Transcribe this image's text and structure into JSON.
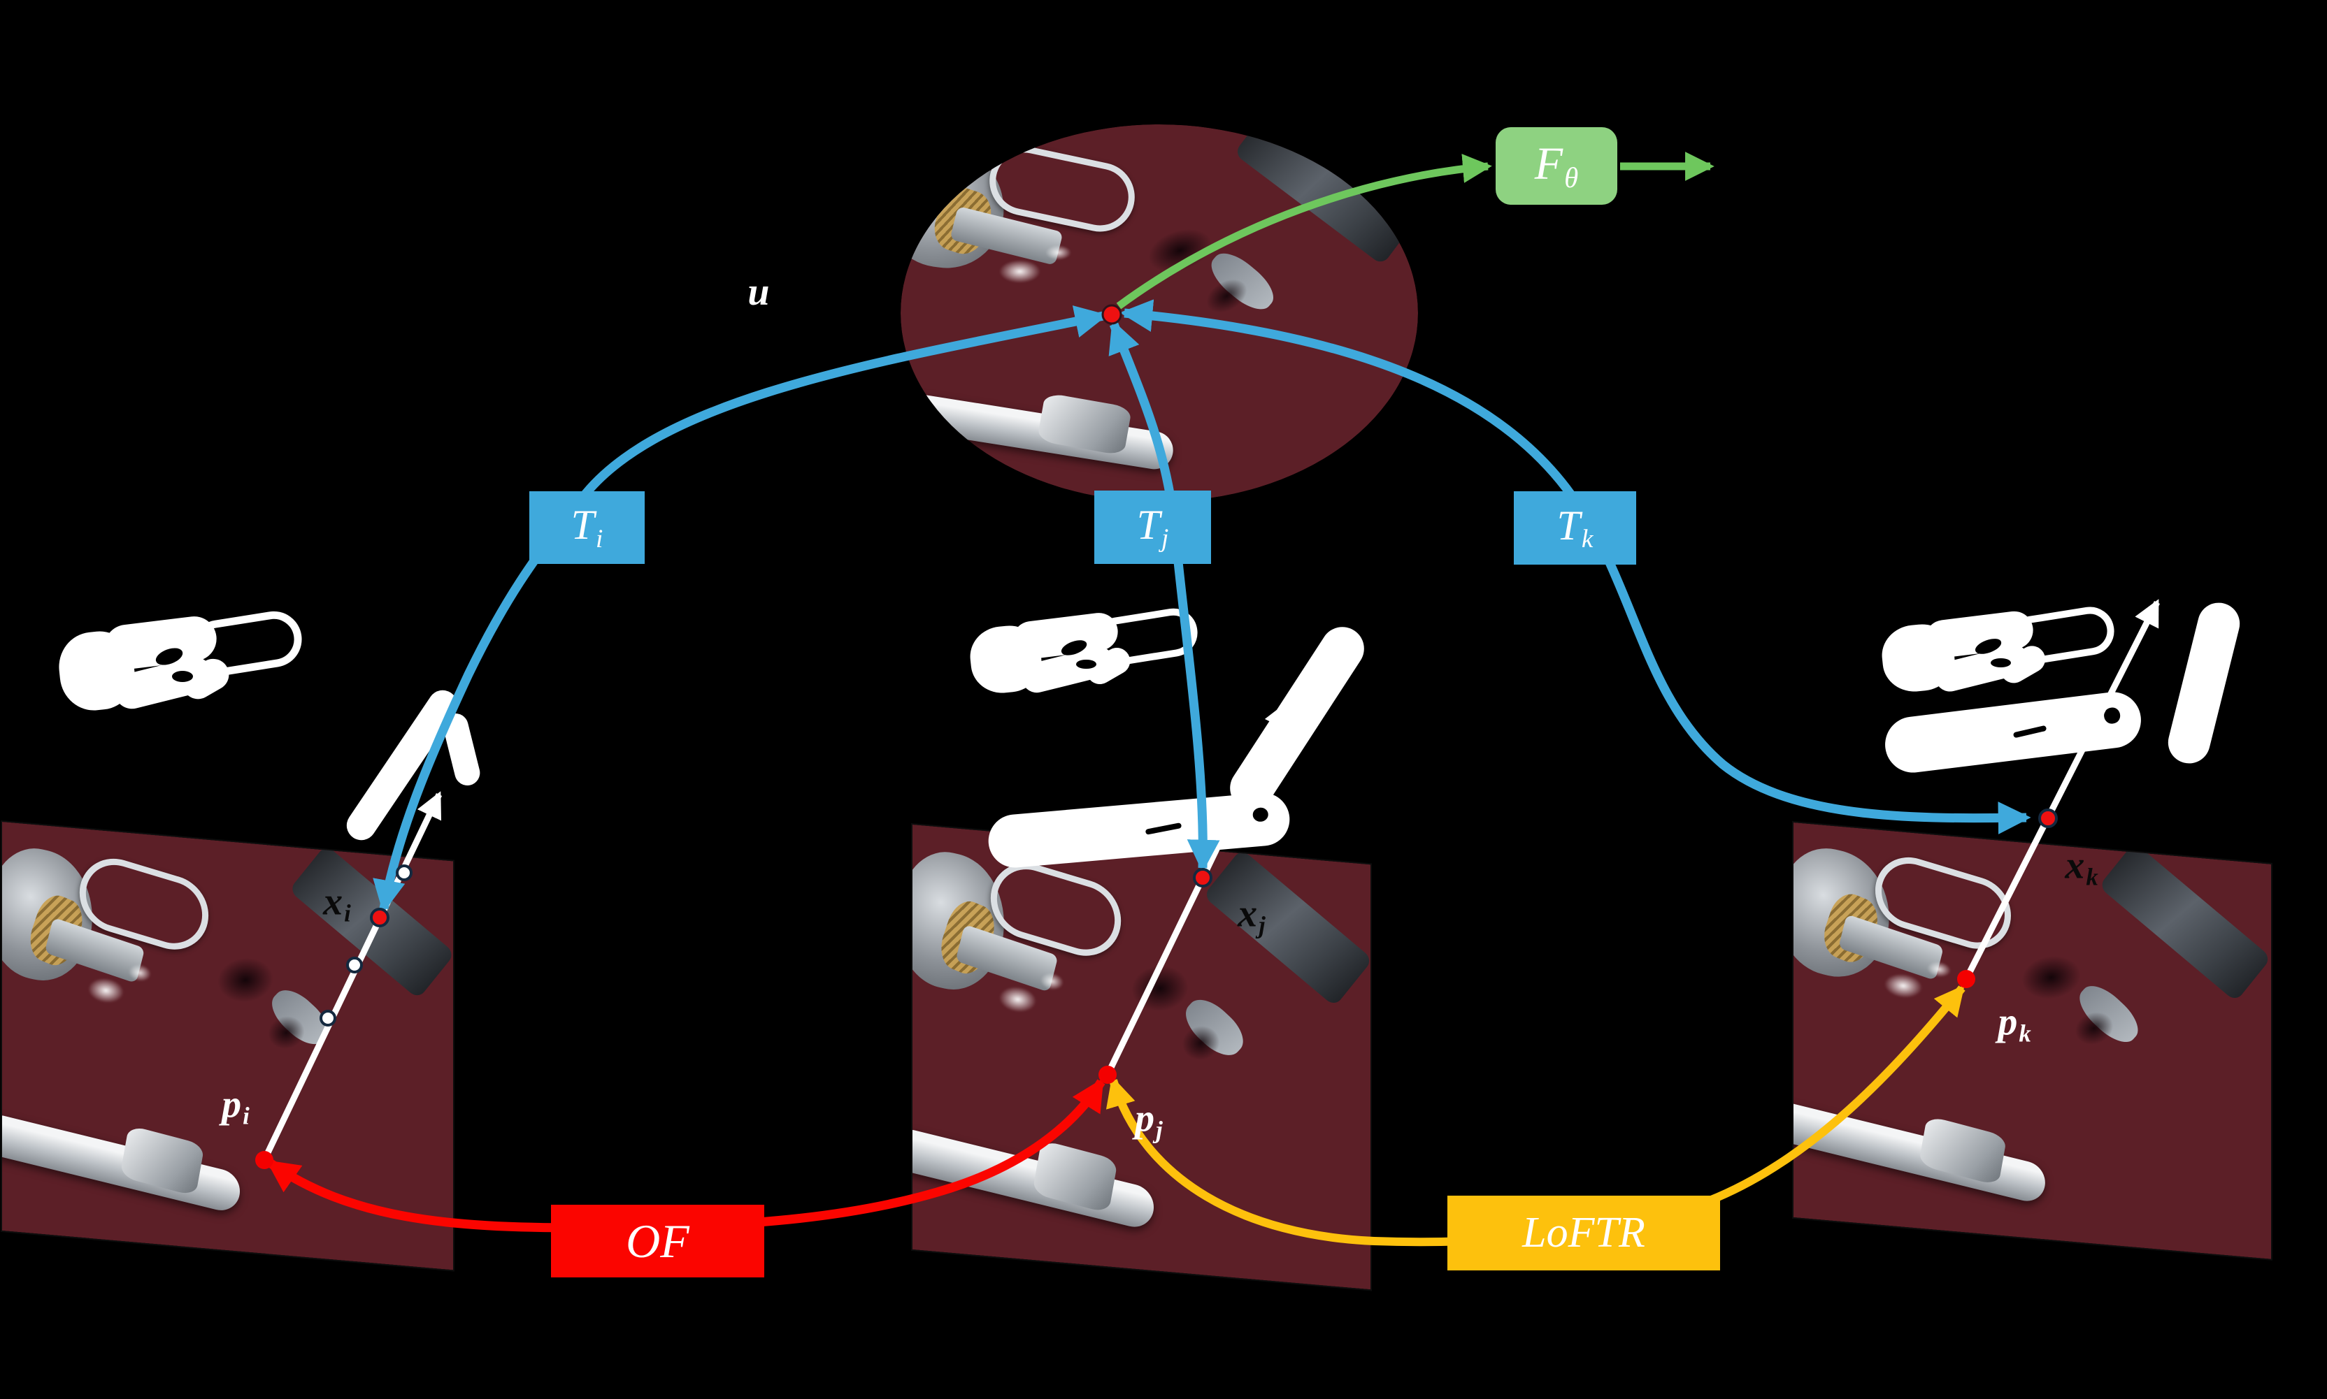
{
  "figure": {
    "type": "method-diagram",
    "description": "Canonical surgical image linked to three video frames by transformations; tool-axis points matched across frames"
  },
  "colors": {
    "background": "#000000",
    "blue": "#3FA9DC",
    "green_box": "#8ED281",
    "green_arrow": "#6EC75D",
    "red": "#FB0500",
    "orange": "#FDC10D",
    "white": "#FFFFFF",
    "dot_red": "#EE1111",
    "dot_outline": "#14293F"
  },
  "canonical_image": {
    "point_label": "u"
  },
  "boxes": {
    "f_theta": {
      "base": "F",
      "sub": "θ"
    },
    "t_i": {
      "base": "T",
      "sub": "i"
    },
    "t_j": {
      "base": "T",
      "sub": "j"
    },
    "t_k": {
      "base": "T",
      "sub": "k"
    },
    "of": {
      "label": "OF"
    },
    "loftr": {
      "label": "LoFTR"
    }
  },
  "points": {
    "x_i": {
      "base": "x",
      "sub": "i"
    },
    "p_i": {
      "base": "p",
      "sub": "i"
    },
    "x_j": {
      "base": "x",
      "sub": "j"
    },
    "p_j": {
      "base": "p",
      "sub": "j"
    },
    "x_k": {
      "base": "x",
      "sub": "k"
    },
    "p_k": {
      "base": "p",
      "sub": "k"
    }
  },
  "frames": [
    {
      "id": "i",
      "masks": [
        "clamp",
        "hook-blade"
      ],
      "intermediate_dots": 3
    },
    {
      "id": "j",
      "masks": [
        "clamp",
        "blade",
        "shaft"
      ],
      "intermediate_dots": 0
    },
    {
      "id": "k",
      "masks": [
        "clamp",
        "shaft",
        "blade"
      ],
      "intermediate_dots": 0
    }
  ]
}
